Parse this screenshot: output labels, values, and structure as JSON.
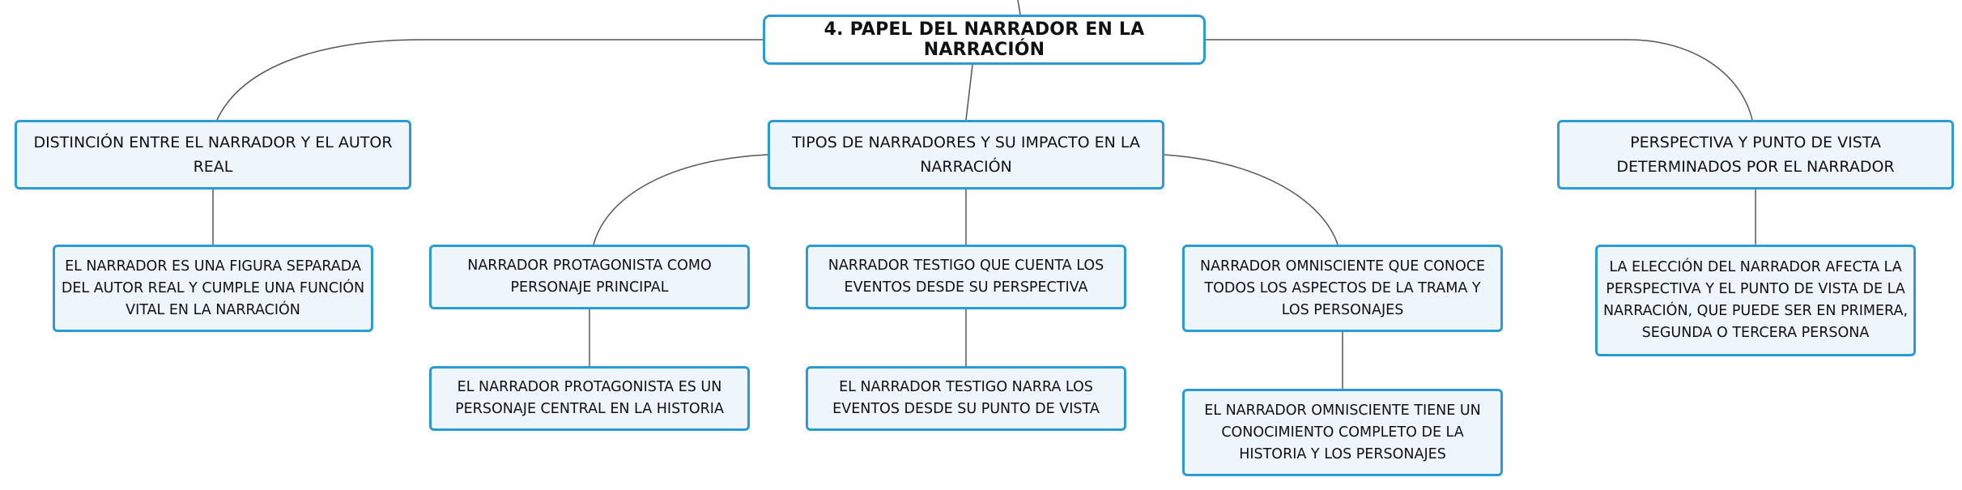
{
  "diagram": {
    "root": "4. PAPEL DEL NARRADOR EN LA NARRACIÓN",
    "branches": [
      {
        "label": "DISTINCIÓN ENTRE EL NARRADOR Y EL AUTOR REAL",
        "children": [
          "EL NARRADOR ES UNA FIGURA SEPARADA DEL AUTOR REAL Y CUMPLE UNA FUNCIÓN VITAL EN LA NARRACIÓN"
        ]
      },
      {
        "label": "TIPOS DE NARRADORES Y SU IMPACTO EN LA NARRACIÓN",
        "types": [
          {
            "label": "NARRADOR PROTAGONISTA COMO PERSONAJE PRINCIPAL",
            "detail": "EL NARRADOR PROTAGONISTA ES UN PERSONAJE CENTRAL EN LA HISTORIA"
          },
          {
            "label": "NARRADOR TESTIGO QUE CUENTA LOS EVENTOS DESDE SU PERSPECTIVA",
            "detail": "EL NARRADOR TESTIGO NARRA LOS EVENTOS DESDE SU PUNTO DE VISTA"
          },
          {
            "label": "NARRADOR OMNISCIENTE QUE CONOCE TODOS LOS ASPECTOS DE LA TRAMA Y LOS PERSONAJES",
            "detail": "EL NARRADOR OMNISCIENTE TIENE UN CONOCIMIENTO COMPLETO DE LA HISTORIA Y LOS PERSONAJES"
          }
        ]
      },
      {
        "label": "PERSPECTIVA Y PUNTO DE VISTA DETERMINADOS POR EL NARRADOR",
        "children": [
          "LA ELECCIÓN DEL NARRADOR AFECTA LA PERSPECTIVA Y EL PUNTO DE VISTA DE LA NARRACIÓN, QUE PUEDE SER EN PRIMERA, SEGUNDA O TERCERA PERSONA"
        ]
      }
    ]
  }
}
